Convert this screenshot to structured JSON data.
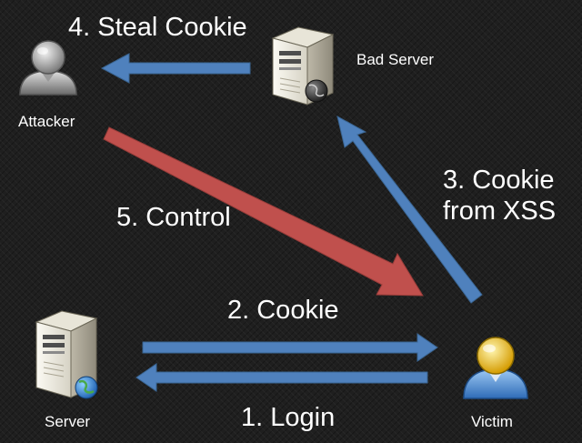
{
  "nodes": {
    "attacker": {
      "label": "Attacker",
      "icon": "user-icon-gray"
    },
    "bad_server": {
      "label": "Bad Server",
      "icon": "server-icon"
    },
    "server": {
      "label": "Server",
      "icon": "server-icon"
    },
    "victim": {
      "label": "Victim",
      "icon": "user-icon-gold"
    }
  },
  "steps": {
    "login": "1. Login",
    "cookie": "2. Cookie",
    "cookie_xss_line1": "3. Cookie",
    "cookie_xss_line2": "from XSS",
    "steal_cookie": "4. Steal Cookie",
    "control": "5. Control"
  },
  "colors": {
    "background": "#1f1f1f",
    "arrow_blue": "#4f81bd",
    "arrow_red": "#c0504d",
    "text": "#ffffff"
  }
}
